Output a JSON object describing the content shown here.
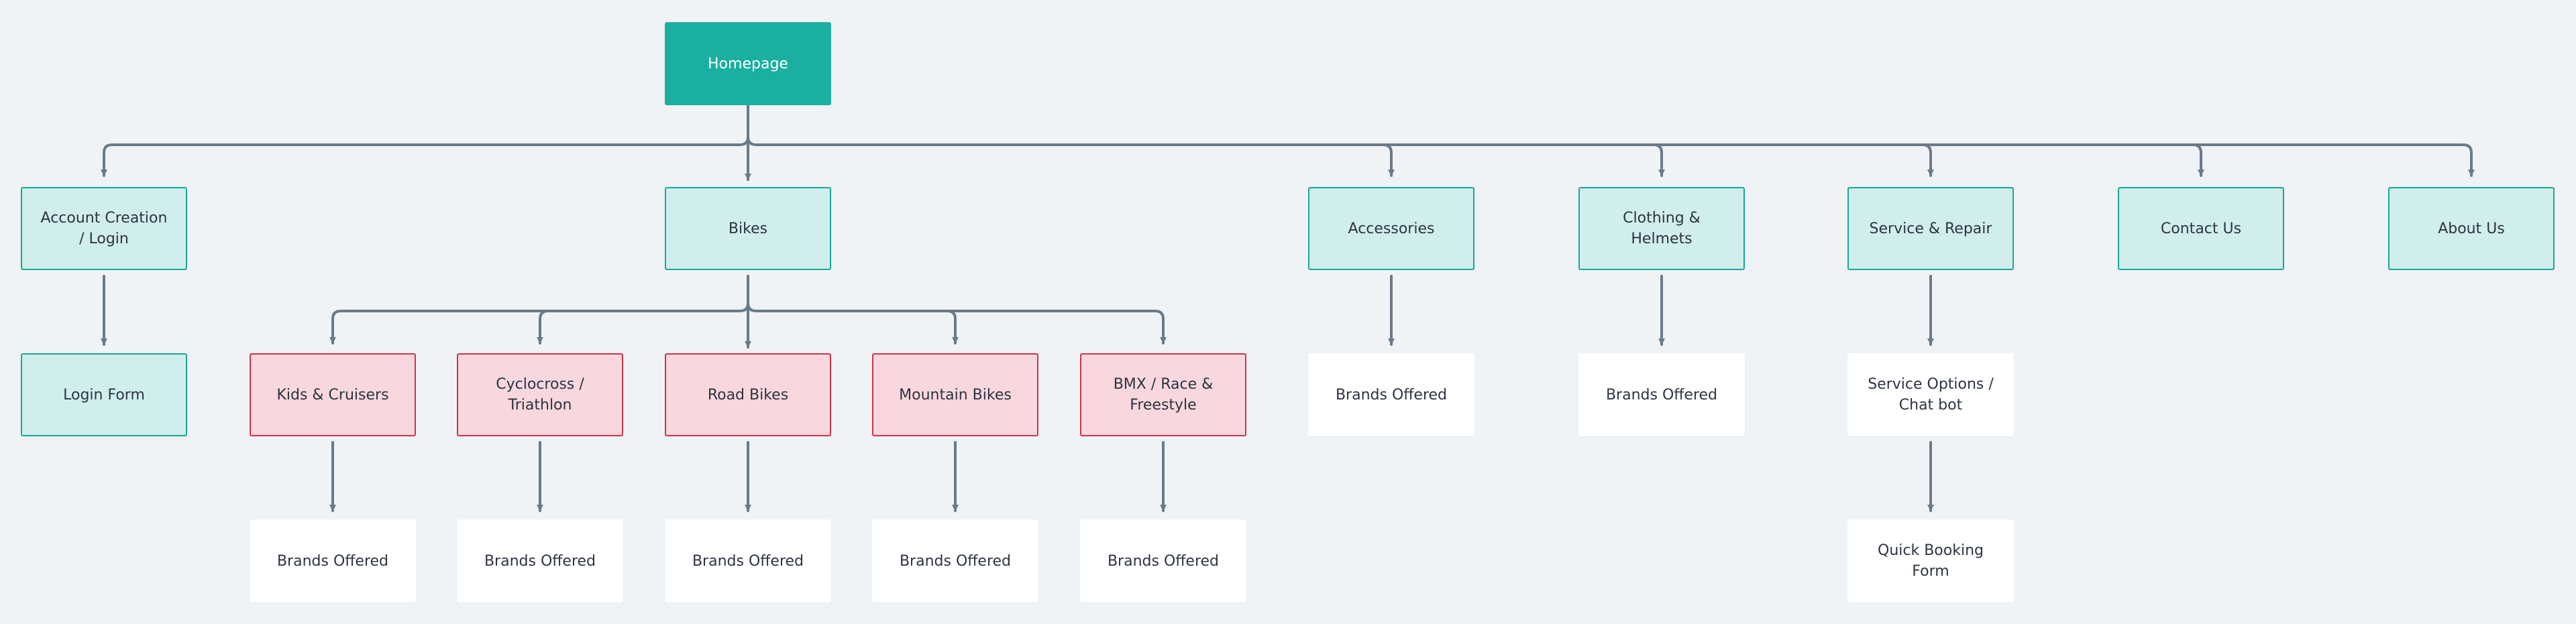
{
  "sitemap": {
    "homepage": "Homepage",
    "account": {
      "label": "Account Creation / Login",
      "child": "Login Form"
    },
    "bikes": {
      "label": "Bikes",
      "categories": [
        {
          "label": "Kids & Cruisers",
          "child": "Brands Offered"
        },
        {
          "label": "Cyclocross / Triathlon",
          "child": "Brands Offered"
        },
        {
          "label": "Road Bikes",
          "child": "Brands Offered"
        },
        {
          "label": "Mountain Bikes",
          "child": "Brands Offered"
        },
        {
          "label": "BMX / Race & Freestyle",
          "child": "Brands Offered"
        }
      ]
    },
    "accessories": {
      "label": "Accessories",
      "child": "Brands Offered"
    },
    "clothing": {
      "label": "Clothing & Helmets",
      "child": "Brands Offered"
    },
    "service": {
      "label": "Service & Repair",
      "child": "Service Options / Chat bot",
      "grandchild": "Quick Booking Form"
    },
    "contact": {
      "label": "Contact Us"
    },
    "about": {
      "label": "About Us"
    }
  },
  "colors": {
    "background": "#eff3f6",
    "primary_fill": "#1aafa0",
    "section_fill": "#d0eeec",
    "section_border": "#1aa698",
    "category_fill": "#f8d7de",
    "category_border": "#cf3546",
    "leaf_fill": "#ffffff",
    "connector": "#6b7a88"
  }
}
